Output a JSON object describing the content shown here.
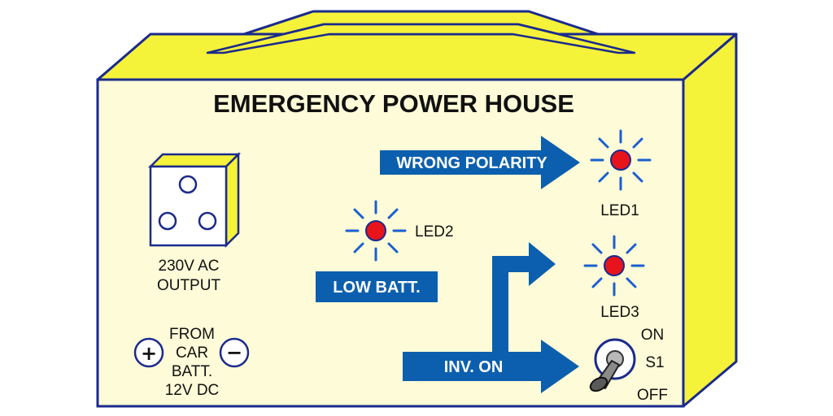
{
  "title": "EMERGENCY POWER HOUSE",
  "colors": {
    "body_yellow": "#f5f23a",
    "panel": "#fdfbd8",
    "outline": "#1a2a8c",
    "arrow_blue": "#0b5fae",
    "led_red": "#e8141c",
    "ray_blue": "#1a5fd0"
  },
  "socket": {
    "label_line1": "230V AC",
    "label_line2": "OUTPUT"
  },
  "battery_input": {
    "plus_symbol": "+",
    "minus_symbol": "−",
    "line1": "FROM",
    "line2": "CAR",
    "line3": "BATT.",
    "line4": "12V DC"
  },
  "indicators": {
    "wrong_polarity": {
      "arrow_label": "WRONG POLARITY",
      "led_label": "LED1"
    },
    "low_batt": {
      "arrow_label": "LOW BATT.",
      "led_label": "LED2"
    },
    "inv_on": {
      "arrow_label": "INV. ON",
      "led_label": "LED3"
    }
  },
  "switch": {
    "name": "S1",
    "on_label": "ON",
    "off_label": "OFF"
  },
  "icons": [
    "socket-icon",
    "led-icon",
    "toggle-switch-icon",
    "plus-terminal-icon",
    "minus-terminal-icon"
  ]
}
